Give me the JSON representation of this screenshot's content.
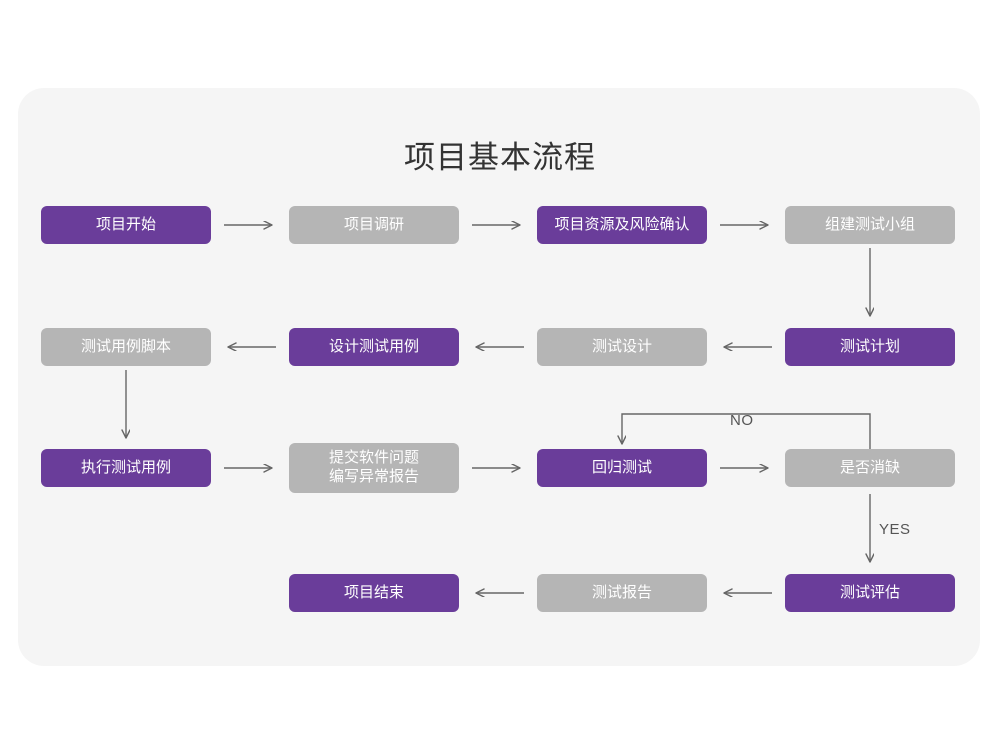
{
  "canvas": {
    "background": "#ffffff",
    "card_background": "#f5f5f5",
    "accent_purple": "#6a3d9a",
    "accent_gray": "#b5b5b5",
    "line_color": "#666666"
  },
  "title": "项目基本流程",
  "chart_data": {
    "type": "diagram",
    "title": "项目基本流程",
    "nodes": [
      {
        "id": "n1",
        "label": "项目开始",
        "color": "purple",
        "row": 1,
        "col": 1
      },
      {
        "id": "n2",
        "label": "项目调研",
        "color": "gray",
        "row": 1,
        "col": 2
      },
      {
        "id": "n3",
        "label": "项目资源及风险确认",
        "color": "purple",
        "row": 1,
        "col": 3
      },
      {
        "id": "n4",
        "label": "组建测试小组",
        "color": "gray",
        "row": 1,
        "col": 4
      },
      {
        "id": "n5",
        "label": "测试计划",
        "color": "purple",
        "row": 2,
        "col": 4
      },
      {
        "id": "n6",
        "label": "测试设计",
        "color": "gray",
        "row": 2,
        "col": 3
      },
      {
        "id": "n7",
        "label": "设计测试用例",
        "color": "purple",
        "row": 2,
        "col": 2
      },
      {
        "id": "n8",
        "label": "测试用例脚本",
        "color": "gray",
        "row": 2,
        "col": 1
      },
      {
        "id": "n9",
        "label": "执行测试用例",
        "color": "purple",
        "row": 3,
        "col": 1
      },
      {
        "id": "n10",
        "label_line1": "提交软件问题",
        "label_line2": "编写异常报告",
        "color": "gray",
        "row": 3,
        "col": 2
      },
      {
        "id": "n11",
        "label": "回归测试",
        "color": "purple",
        "row": 3,
        "col": 3
      },
      {
        "id": "n12",
        "label": "是否消缺",
        "color": "gray",
        "row": 3,
        "col": 4
      },
      {
        "id": "n13",
        "label": "测试评估",
        "color": "purple",
        "row": 4,
        "col": 4
      },
      {
        "id": "n14",
        "label": "测试报告",
        "color": "gray",
        "row": 4,
        "col": 3
      },
      {
        "id": "n15",
        "label": "项目结束",
        "color": "purple",
        "row": 4,
        "col": 2
      }
    ],
    "edges": [
      {
        "from": "n1",
        "to": "n2",
        "label": ""
      },
      {
        "from": "n2",
        "to": "n3",
        "label": ""
      },
      {
        "from": "n3",
        "to": "n4",
        "label": ""
      },
      {
        "from": "n4",
        "to": "n5",
        "label": ""
      },
      {
        "from": "n5",
        "to": "n6",
        "label": ""
      },
      {
        "from": "n6",
        "to": "n7",
        "label": ""
      },
      {
        "from": "n7",
        "to": "n8",
        "label": ""
      },
      {
        "from": "n8",
        "to": "n9",
        "label": ""
      },
      {
        "from": "n9",
        "to": "n10",
        "label": ""
      },
      {
        "from": "n10",
        "to": "n11",
        "label": ""
      },
      {
        "from": "n11",
        "to": "n12",
        "label": ""
      },
      {
        "from": "n12",
        "to": "n11",
        "label": "NO"
      },
      {
        "from": "n12",
        "to": "n13",
        "label": "YES"
      },
      {
        "from": "n13",
        "to": "n14",
        "label": ""
      },
      {
        "from": "n14",
        "to": "n15",
        "label": ""
      }
    ]
  },
  "labels": {
    "no": "NO",
    "yes": "YES"
  }
}
